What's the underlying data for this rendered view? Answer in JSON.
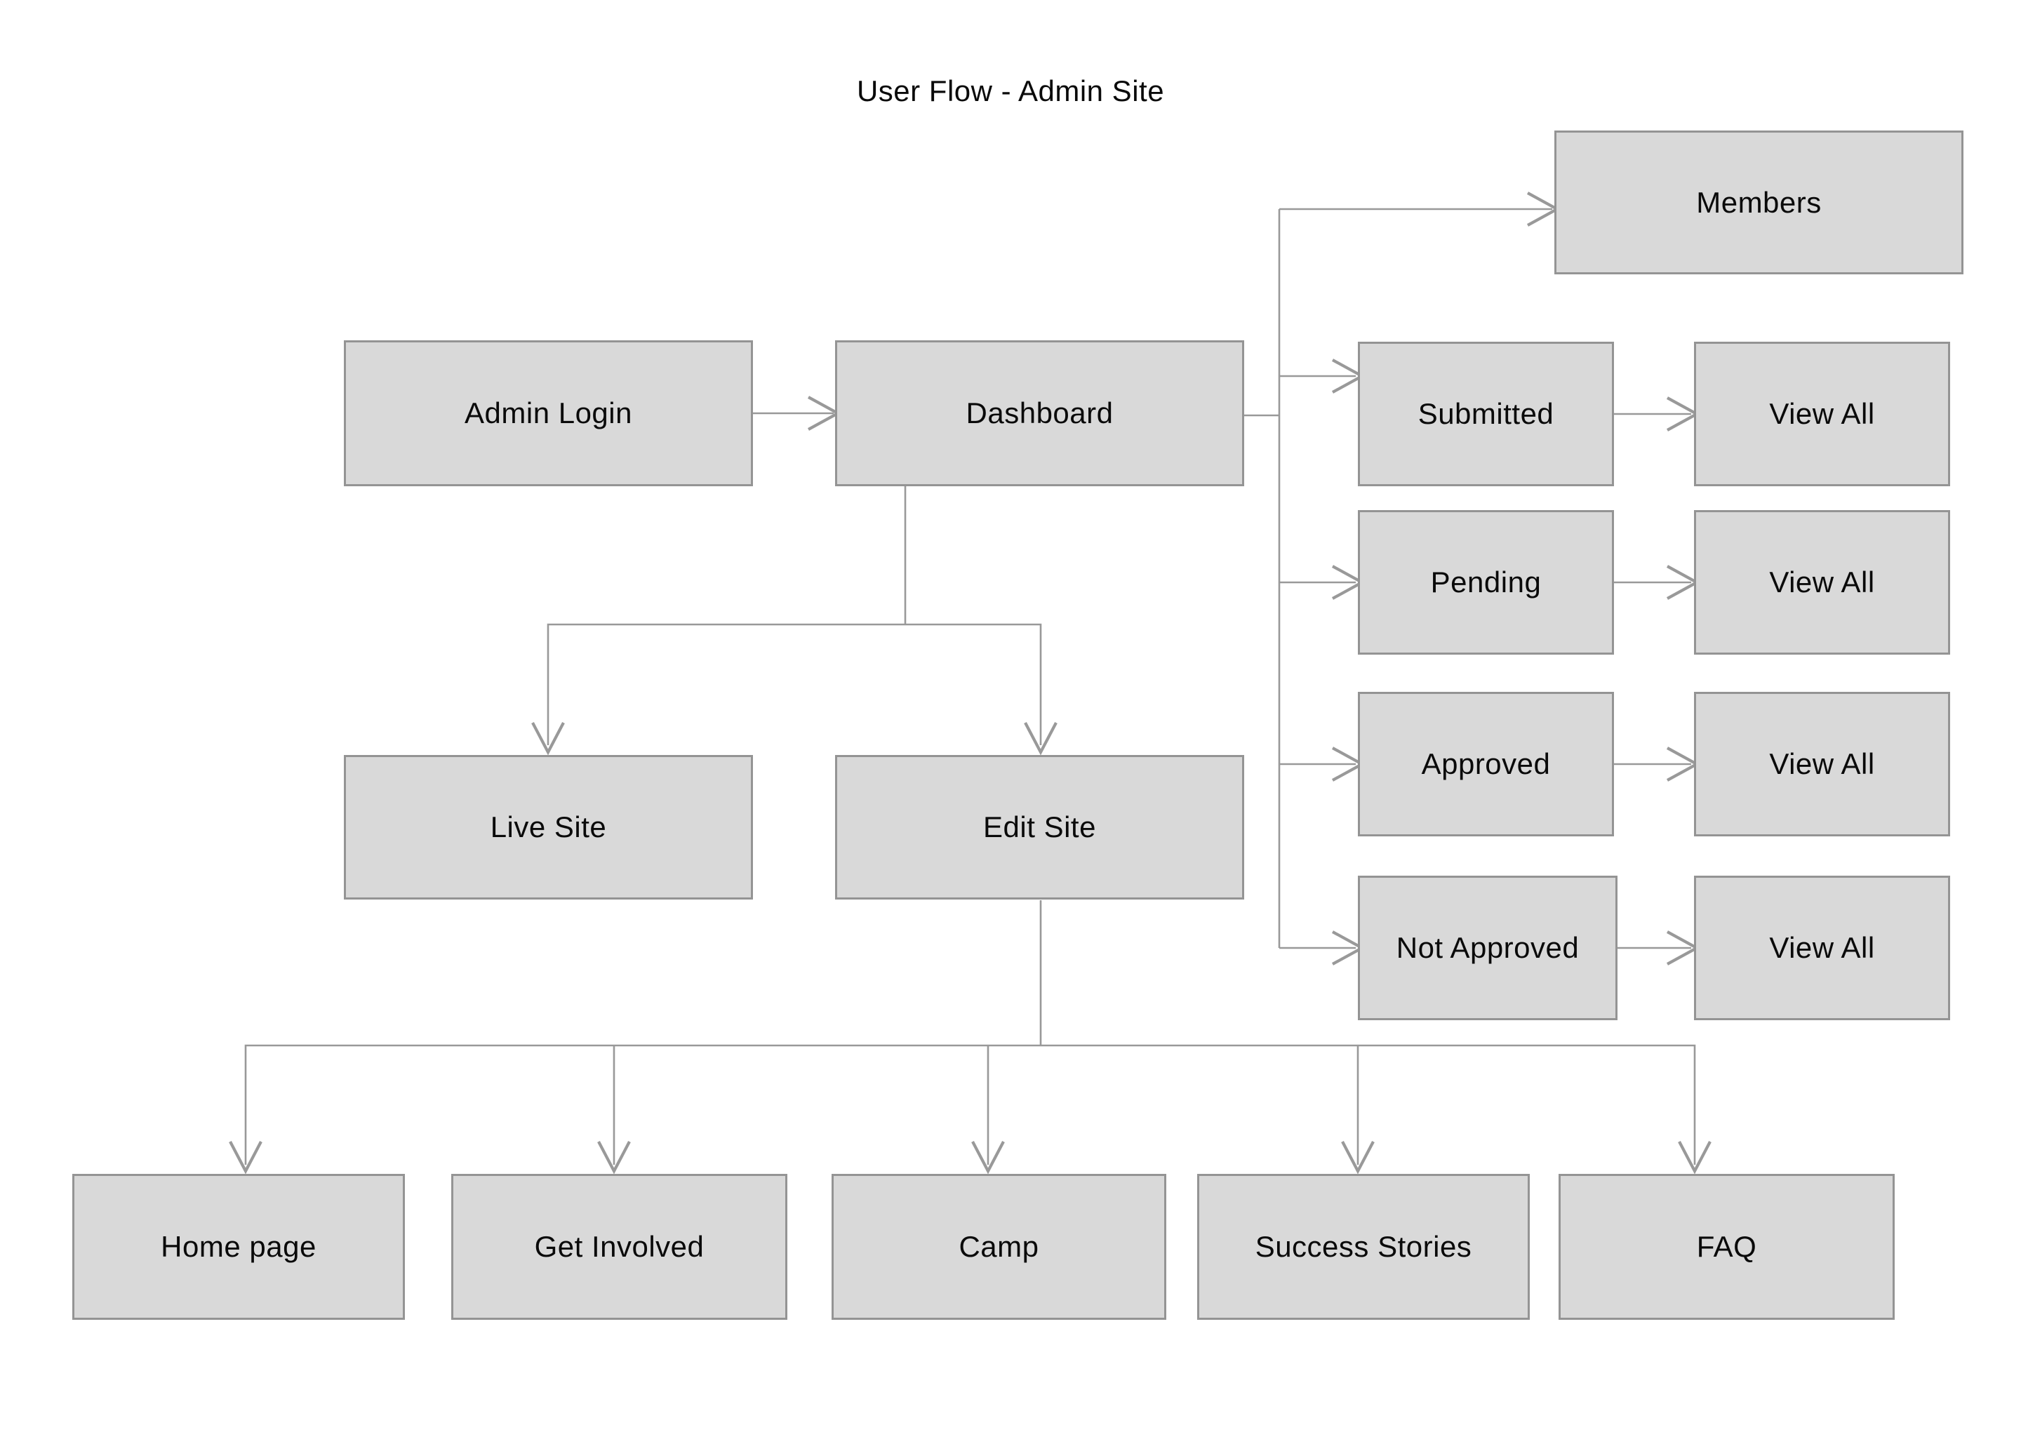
{
  "title": "User Flow - Admin Site",
  "colors": {
    "background": "#ffffff",
    "node_fill": "#d9d9d9",
    "node_border": "#949494",
    "connector": "#999999",
    "text": "#0a0a0a"
  },
  "nodes": [
    {
      "id": "admin-login",
      "label": "Admin Login"
    },
    {
      "id": "dashboard",
      "label": "Dashboard"
    },
    {
      "id": "members",
      "label": "Members"
    },
    {
      "id": "submitted",
      "label": "Submitted"
    },
    {
      "id": "view-all-submitted",
      "label": "View All"
    },
    {
      "id": "pending",
      "label": "Pending"
    },
    {
      "id": "view-all-pending",
      "label": "View All"
    },
    {
      "id": "approved",
      "label": "Approved"
    },
    {
      "id": "view-all-approved",
      "label": "View All"
    },
    {
      "id": "not-approved",
      "label": "Not Approved"
    },
    {
      "id": "view-all-not-approved",
      "label": "View All"
    },
    {
      "id": "live-site",
      "label": "Live Site"
    },
    {
      "id": "edit-site",
      "label": "Edit Site"
    },
    {
      "id": "home-page",
      "label": "Home page"
    },
    {
      "id": "get-involved",
      "label": "Get Involved"
    },
    {
      "id": "camp",
      "label": "Camp"
    },
    {
      "id": "success-stories",
      "label": "Success Stories"
    },
    {
      "id": "faq",
      "label": "FAQ"
    }
  ],
  "edges": [
    {
      "from": "admin-login",
      "to": "dashboard"
    },
    {
      "from": "dashboard",
      "to": "members"
    },
    {
      "from": "dashboard",
      "to": "submitted"
    },
    {
      "from": "dashboard",
      "to": "pending"
    },
    {
      "from": "dashboard",
      "to": "approved"
    },
    {
      "from": "dashboard",
      "to": "not-approved"
    },
    {
      "from": "submitted",
      "to": "view-all-submitted"
    },
    {
      "from": "pending",
      "to": "view-all-pending"
    },
    {
      "from": "approved",
      "to": "view-all-approved"
    },
    {
      "from": "not-approved",
      "to": "view-all-not-approved"
    },
    {
      "from": "dashboard",
      "to": "live-site"
    },
    {
      "from": "dashboard",
      "to": "edit-site"
    },
    {
      "from": "edit-site",
      "to": "home-page"
    },
    {
      "from": "edit-site",
      "to": "get-involved"
    },
    {
      "from": "edit-site",
      "to": "camp"
    },
    {
      "from": "edit-site",
      "to": "success-stories"
    },
    {
      "from": "edit-site",
      "to": "faq"
    }
  ]
}
